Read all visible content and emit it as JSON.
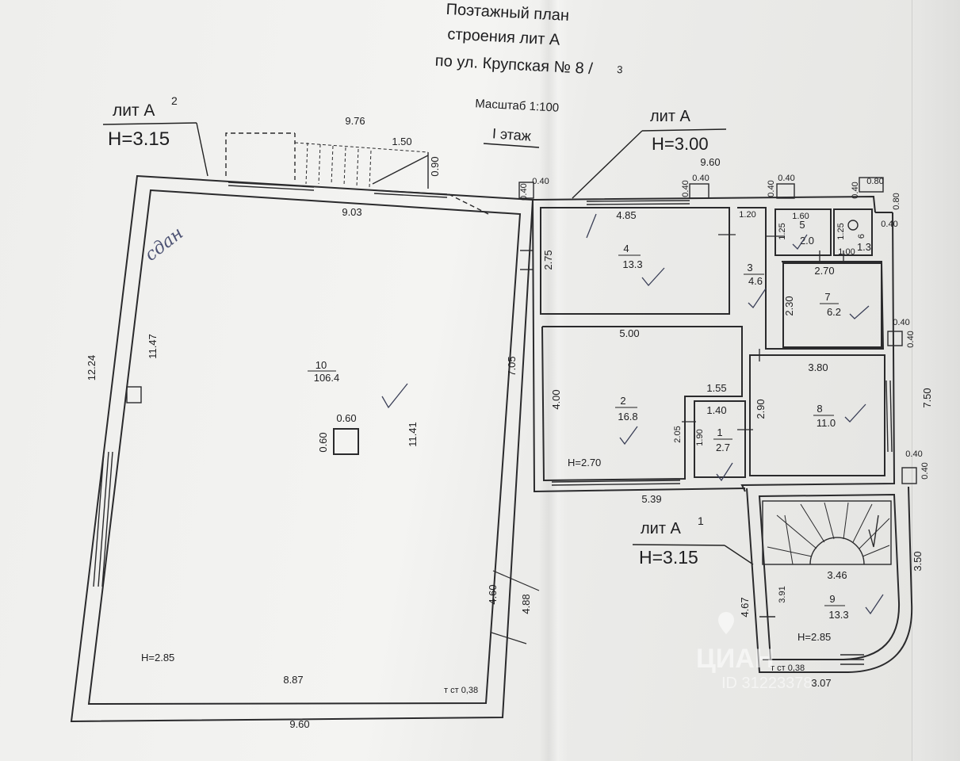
{
  "title": {
    "line1": "Поэтажный план",
    "line2": "строения лит А",
    "line3": "по ул. Крупская № 8 /",
    "line3_sup": "3",
    "scale": "Масштаб 1:100",
    "floor": "I этаж"
  },
  "labels": {
    "lit_a2": "лит А",
    "lit_a2_sup": "2",
    "h_a2": "Н=3.15",
    "lit_a": "лит А",
    "h_a": "Н=3.00",
    "lit_a1": "лит А",
    "lit_a1_sup": "1",
    "h_a1": "Н=3.15"
  },
  "rooms": {
    "r10": {
      "num": "10",
      "area": "106.4"
    },
    "r4": {
      "num": "4",
      "area": "13.3"
    },
    "r3": {
      "num": "3",
      "area": "4.6"
    },
    "r5": {
      "num": "5",
      "area": "2.0"
    },
    "r6": {
      "num": "6",
      "area": "1.3"
    },
    "r7": {
      "num": "7",
      "area": "6.2"
    },
    "r2": {
      "num": "2",
      "area": "16.8"
    },
    "r1": {
      "num": "1",
      "area": "2.7"
    },
    "r8": {
      "num": "8",
      "area": "11.0"
    },
    "r9": {
      "num": "9",
      "area": "13.3"
    }
  },
  "heights": {
    "h10": "Н=2.85",
    "h2": "Н=2.70",
    "h9": "Н=2.85"
  },
  "notes": {
    "tst_main": "т ст 0,38",
    "tst_a1": "т ст 0,38",
    "handwriting": "сдан"
  },
  "dims": {
    "d976": "9.76",
    "d150": "1.50",
    "d090": "0.90",
    "d903": "9.03",
    "d1224": "12.24",
    "d1147": "11.47",
    "d1141": "11.41",
    "d060a": "0.60",
    "d060b": "0.60",
    "d705": "7.05",
    "d460": "4.60",
    "d488": "4.88",
    "d887": "8.87",
    "d960b": "9.60",
    "d960t": "9.60",
    "d040a": "0.40",
    "d040b": "0.40",
    "d275": "2.75",
    "d485": "4.85",
    "d040c": "0.40",
    "d040d": "0.40",
    "d120": "1.20",
    "d040e": "0.40",
    "d040f": "0.40",
    "d040g": "0.40",
    "d080a": "0.80",
    "d080b": "0.80",
    "d160": "1.60",
    "d125a": "1.25",
    "d125b": "1.25",
    "d100": "1.00",
    "d040h": "0.40",
    "d270": "2.70",
    "d230": "2.30",
    "d040i": "0.40",
    "d040j": "0.40",
    "d500": "5.00",
    "d400": "4.00",
    "d155": "1.55",
    "d140": "1.40",
    "d205": "2.05",
    "d190": "1.90",
    "d380": "3.80",
    "d290": "2.90",
    "d750": "7.50",
    "d040k": "0.40",
    "d040l": "0.40",
    "d539": "5.39",
    "d350": "3.50",
    "d346": "3.46",
    "d391": "3.91",
    "d467": "4.67",
    "d307": "3.07"
  },
  "watermark": {
    "brand": "ЦИАН",
    "id": "ID 31223378"
  }
}
